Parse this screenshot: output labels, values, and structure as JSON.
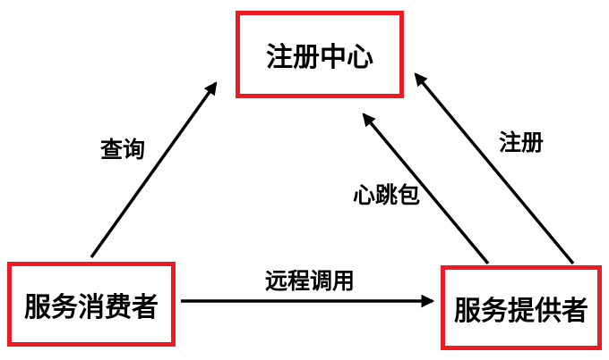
{
  "diagram": {
    "title": "service-registry-architecture",
    "nodes": {
      "registry": {
        "label": "注册中心"
      },
      "consumer": {
        "label": "服务消费者"
      },
      "provider": {
        "label": "服务提供者"
      }
    },
    "edges": {
      "query": {
        "label": "查询",
        "from": "consumer",
        "to": "registry"
      },
      "register": {
        "label": "注册",
        "from": "provider",
        "to": "registry"
      },
      "heartbeat": {
        "label": "心跳包",
        "from": "provider",
        "to": "registry"
      },
      "remote_call": {
        "label": "远程调用",
        "from": "consumer",
        "to": "provider"
      }
    },
    "colors": {
      "box_border": "#ed1c24",
      "arrow": "#000000",
      "text": "#000000",
      "background": "#ffffff"
    }
  }
}
